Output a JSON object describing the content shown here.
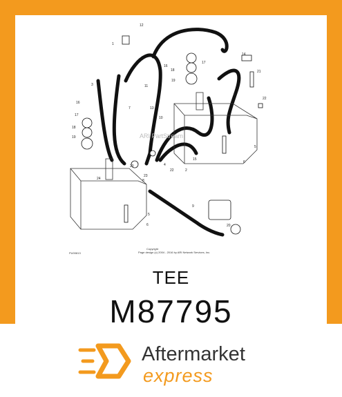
{
  "diagram": {
    "figure_id": "PU00813",
    "watermark": "ARI PartStream",
    "copyright_line1": "Copyright",
    "copyright_line2": "Page design (c) 2004 - 2016 by ARI Network Services, Inc.",
    "callouts": [
      "1",
      "2",
      "3",
      "4",
      "5",
      "6",
      "7",
      "8",
      "9",
      "10",
      "11",
      "12",
      "13",
      "14",
      "15",
      "16",
      "17",
      "18",
      "19",
      "20",
      "21",
      "22",
      "23",
      "24"
    ]
  },
  "part": {
    "name": "TEE",
    "number": "M87795"
  },
  "brand": {
    "line1": "Aftermarket",
    "line2": "express",
    "accent_color": "#f39a1e",
    "text_color": "#333333"
  }
}
